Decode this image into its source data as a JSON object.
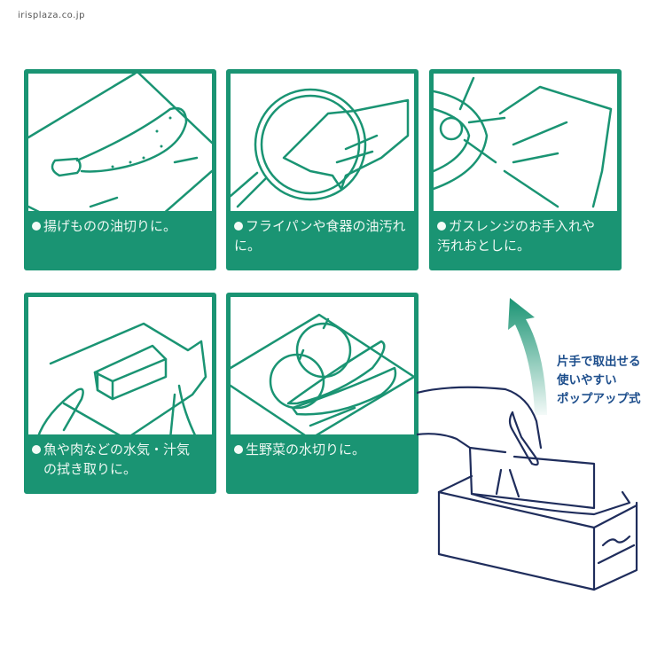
{
  "watermark": "irisplaza.co.jp",
  "colors": {
    "panel_green": "#1a9473",
    "caption_text": "#eef8f3",
    "side_text_blue": "#1d4e8c",
    "line_navy": "#1f2d5c"
  },
  "panels": [
    {
      "caption_line1": "揚げものの油切りに。",
      "caption_line2": "",
      "illustration": "fried-shrimp-on-paper"
    },
    {
      "caption_line1": "フライパンや食器の油汚れに。",
      "caption_line2": "",
      "illustration": "wiping-frying-pan"
    },
    {
      "caption_line1": "ガスレンジのお手入れや",
      "caption_line2": "汚れおとしに。",
      "illustration": "wiping-gas-stove"
    },
    {
      "caption_line1": "魚や肉などの水気・汁気",
      "caption_line2": "の拭き取りに。",
      "illustration": "wiping-fish-meat"
    },
    {
      "caption_line1": "生野菜の水切りに。",
      "caption_line2": "",
      "illustration": "draining-vegetables"
    }
  ],
  "popup_feature": {
    "line1": "片手で取出せる",
    "line2": "使いやすい",
    "line3": "ポップアップ式",
    "illustration": "hand-pulling-sheet-from-box",
    "arrow": "up-arrow-curved"
  }
}
